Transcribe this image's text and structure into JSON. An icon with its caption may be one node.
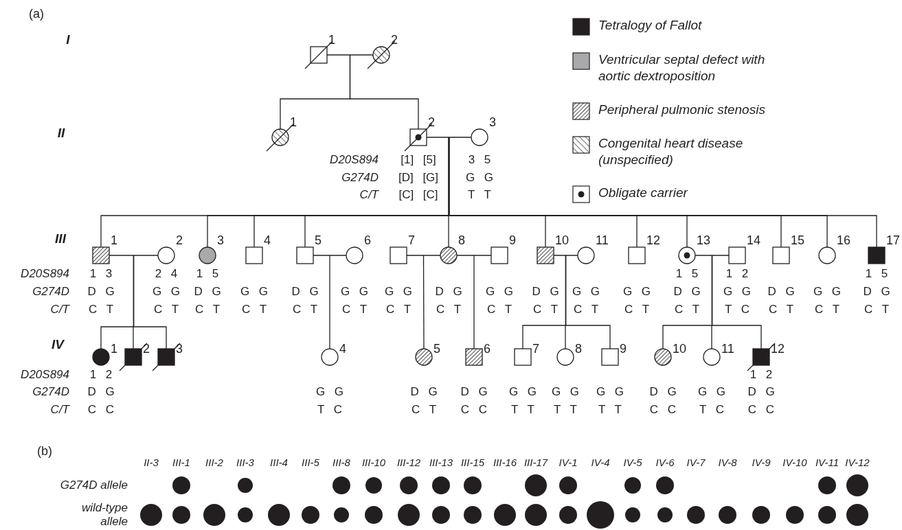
{
  "diagram": {
    "nodes": [
      {
        "text": [
          "1"
        ]
      },
      {
        "text": [
          "2"
        ]
      },
      {
        "text": [
          "1"
        ]
      },
      {
        "text": [
          "2"
        ],
        "beside": [
          "[1] [5]",
          "[D] [G]",
          "[C] [C]"
        ]
      },
      {
        "text": [
          "3"
        ],
        "beside": [
          "3 5",
          "G G",
          "T T"
        ]
      },
      {
        "text": [
          "1"
        ],
        "beside": [
          "1 3",
          "D G",
          "C T"
        ]
      },
      {
        "text": [
          "2"
        ],
        "beside": [
          "2 4",
          "G G",
          "C T"
        ]
      },
      {
        "text": [
          "3"
        ],
        "beside": [
          "1 5",
          "D G",
          "C T"
        ]
      },
      {
        "text": [
          "4"
        ],
        "beside": [
          "G G",
          "C T"
        ]
      },
      {
        "text": [
          "5"
        ],
        "beside": [
          "D G",
          "C T"
        ]
      },
      {
        "text": [
          "6"
        ],
        "beside": [
          "G G",
          "C T"
        ]
      },
      {
        "text": [
          "7"
        ],
        "beside": [
          "G G",
          "C T"
        ]
      },
      {
        "text": [
          "8"
        ],
        "beside": [
          "D G",
          "C T"
        ]
      },
      {
        "text": [
          "9"
        ],
        "beside": [
          "G G",
          "C T"
        ]
      },
      {
        "text": [
          "10"
        ],
        "beside": [
          "D G",
          "C T"
        ]
      },
      {
        "text": [
          "11"
        ],
        "beside": [
          "G G",
          "C T"
        ]
      },
      {
        "text": [
          "12"
        ],
        "beside": [
          "G G",
          "C T"
        ]
      },
      {
        "text": [
          "13"
        ],
        "beside": [
          "1 5",
          "D G",
          "C T"
        ]
      },
      {
        "text": [
          "14"
        ],
        "beside": [
          "1 2",
          "G G",
          "T C"
        ]
      },
      {
        "text": [
          "15"
        ],
        "beside": [
          "D G",
          "C T"
        ]
      },
      {
        "text": [
          "16"
        ],
        "beside": [
          "G G",
          "C T"
        ]
      },
      {
        "text": [
          "17"
        ],
        "beside": [
          "1 5",
          "D G",
          "C T"
        ]
      },
      {
        "text": [
          "1"
        ],
        "beside": [
          "1 2",
          "D G",
          "C C"
        ]
      },
      {
        "text": [
          "2"
        ]
      },
      {
        "text": [
          "3"
        ]
      },
      {
        "text": [
          "4"
        ],
        "beside": [
          "G G",
          "T C"
        ]
      },
      {
        "text": [
          "5"
        ],
        "beside": [
          "D G",
          "C T"
        ]
      },
      {
        "text": [
          "6"
        ],
        "beside": [
          "D G",
          "C C"
        ]
      },
      {
        "text": [
          "7"
        ],
        "beside": [
          "G G",
          "T T"
        ]
      },
      {
        "text": [
          "8"
        ],
        "beside": [
          "G G",
          "T T"
        ]
      },
      {
        "text": [
          "9"
        ],
        "beside": [
          "G G",
          "T T"
        ]
      },
      {
        "text": [
          "10"
        ],
        "beside": [
          "D G",
          "C C"
        ]
      },
      {
        "text": [
          "11"
        ],
        "beside": [
          "G G",
          "T C"
        ]
      },
      {
        "text": [
          "12"
        ],
        "beside": [
          "1 2",
          "D G",
          "C C"
        ]
      }
    ],
    "edges": [
      {
        "from": 0,
        "to": 1,
        "arrow": "none"
      },
      {
        "from": null,
        "to": 2,
        "arrow": "none"
      },
      {
        "from": null,
        "to": 3,
        "arrow": "none"
      },
      {
        "from": 3,
        "to": 4,
        "arrow": "none"
      },
      {
        "from": null,
        "to": 5,
        "arrow": "none"
      },
      {
        "from": null,
        "to": 7,
        "arrow": "none"
      },
      {
        "from": null,
        "to": 8,
        "arrow": "none"
      },
      {
        "from": null,
        "to": 9,
        "arrow": "none"
      },
      {
        "from": null,
        "to": 12,
        "arrow": "none"
      },
      {
        "from": null,
        "to": 14,
        "arrow": "none"
      },
      {
        "from": null,
        "to": 16,
        "arrow": "none"
      },
      {
        "from": null,
        "to": 17,
        "arrow": "none"
      },
      {
        "from": null,
        "to": 19,
        "arrow": "none"
      },
      {
        "from": null,
        "to": 20,
        "arrow": "none"
      },
      {
        "from": null,
        "to": 21,
        "arrow": "none"
      },
      {
        "from": 5,
        "to": 6,
        "arrow": "none"
      },
      {
        "from": null,
        "to": 22,
        "arrow": "none"
      },
      {
        "from": null,
        "to": 23,
        "arrow": "none"
      },
      {
        "from": null,
        "to": 24,
        "arrow": "none"
      },
      {
        "from": 9,
        "to": 10,
        "arrow": "none"
      },
      {
        "from": null,
        "to": 25,
        "arrow": "none"
      },
      {
        "from": 11,
        "to": 12,
        "arrow": "none"
      },
      {
        "from": null,
        "to": 26,
        "arrow": "none"
      },
      {
        "from": 12,
        "to": 13,
        "arrow": "none"
      },
      {
        "from": null,
        "to": 27,
        "arrow": "none"
      },
      {
        "from": 14,
        "to": 15,
        "arrow": "none"
      },
      {
        "from": null,
        "to": 28,
        "arrow": "none"
      },
      {
        "from": null,
        "to": 29,
        "arrow": "none"
      },
      {
        "from": null,
        "to": 30,
        "arrow": "none"
      },
      {
        "from": 17,
        "to": 18,
        "arrow": "none"
      },
      {
        "from": null,
        "to": 31,
        "arrow": "none"
      },
      {
        "from": null,
        "to": 32,
        "arrow": "none"
      },
      {
        "from": null,
        "to": 33,
        "arrow": "none"
      }
    ],
    "labels": [
      "(a)",
      "I",
      "II",
      "D20S894",
      "G274D",
      "C/T",
      "III",
      "D20S894",
      "G274D",
      "C/T",
      "IV",
      "D20S894",
      "G274D",
      "C/T",
      "(b)",
      "II-3",
      "III-1",
      "III-2",
      "III-3",
      "III-4",
      "III-5",
      "III-8",
      "III-10",
      "III-12",
      "III-13",
      "III-15",
      "III-16",
      "III-17",
      "IV-1",
      "IV-4",
      "IV-5",
      "IV-6",
      "IV-7",
      "IV-8",
      "IV-9",
      "IV-10",
      "IV-11",
      "IV-12",
      "G274D allele",
      "wild-type allele"
    ],
    "legend": [
      {
        "text": "Tetralogy of Fallot",
        "color": "#231f20"
      },
      {
        "text": "Ventricular septal defect with aortic dextroposition",
        "color": "#a7a9ac"
      },
      {
        "text": "Peripheral pulmonic stenosis"
      },
      {
        "text": "Congenital heart disease (unspecified)"
      },
      {
        "text": "Obligate carrier"
      }
    ]
  }
}
